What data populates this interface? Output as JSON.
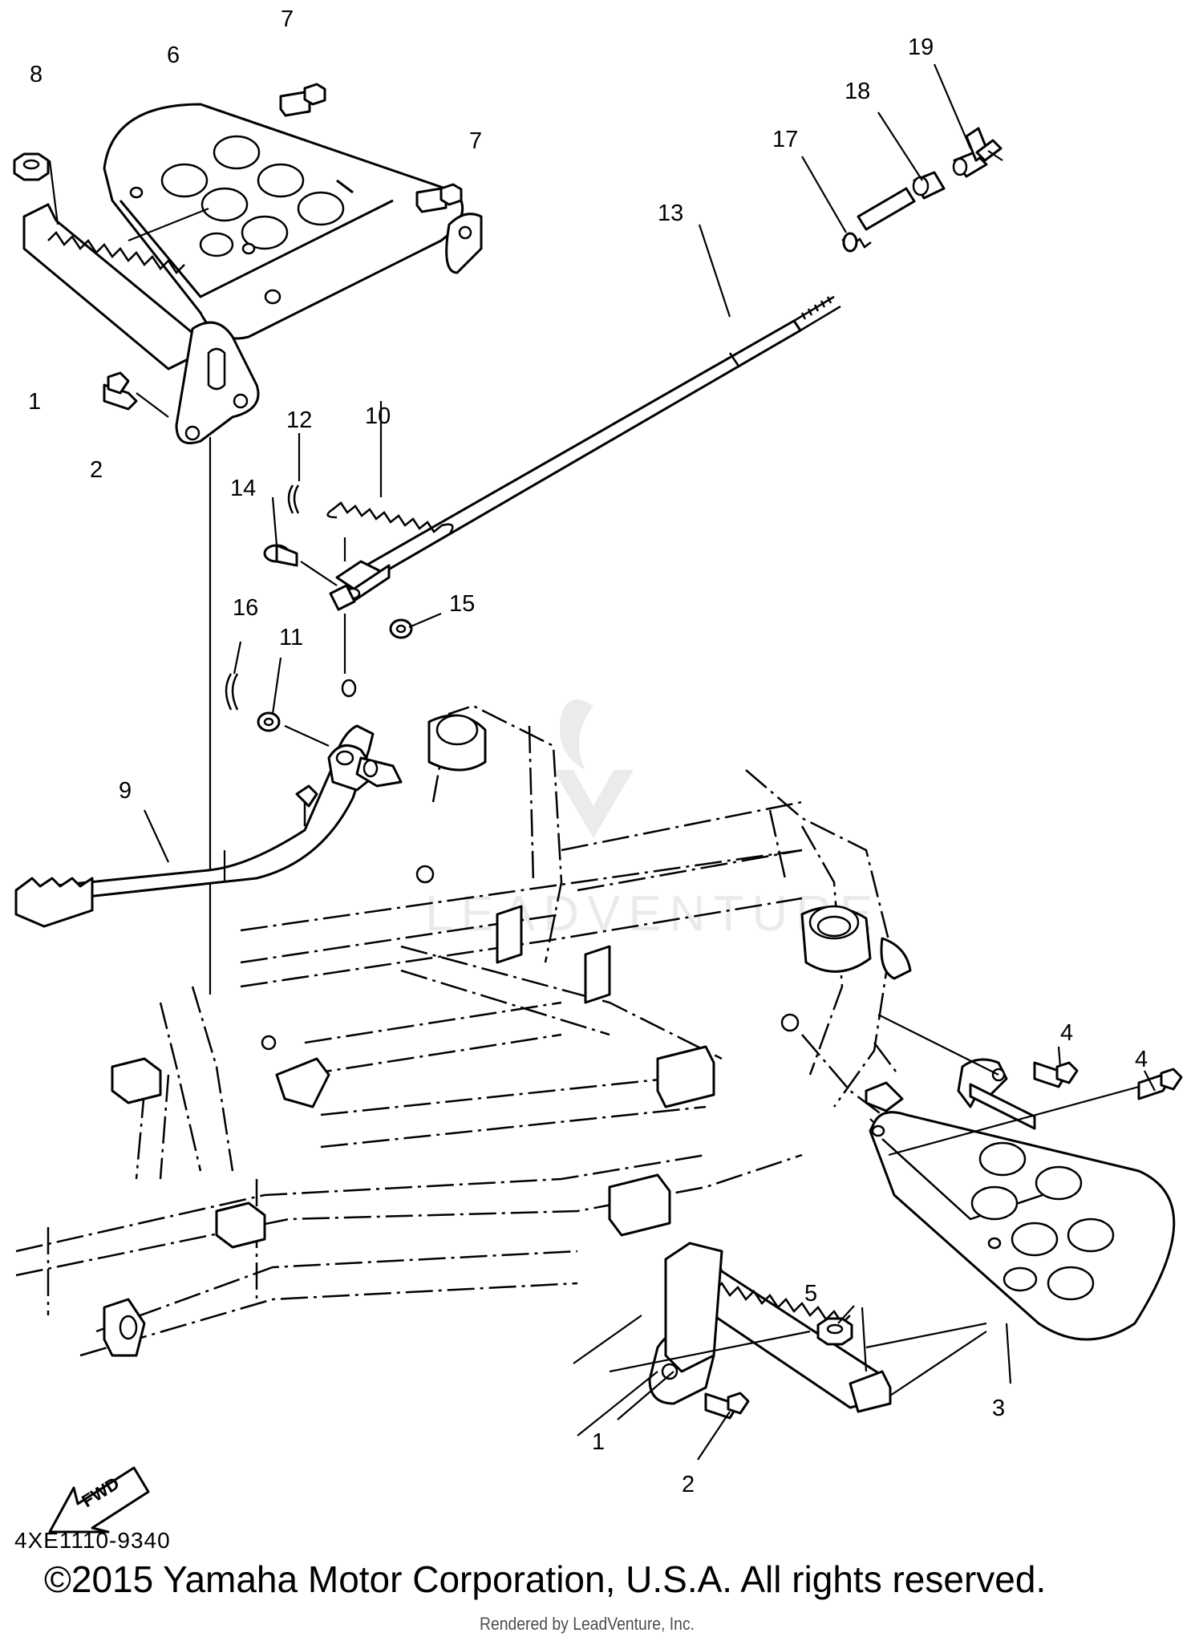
{
  "diagram_code": "4XE1110-9340",
  "copyright": "©2015 Yamaha Motor Corporation, U.S.A. All rights reserved.",
  "rendered_by": "Rendered by LeadVenture, Inc.",
  "fwd_label": "FWD",
  "watermark_text": "LEADVENTURE",
  "callouts": {
    "c1a": "1",
    "c2a": "2",
    "c6": "6",
    "c7a": "7",
    "c7b": "7",
    "c8": "8",
    "c10": "10",
    "c11": "11",
    "c12": "12",
    "c13": "13",
    "c14": "14",
    "c15": "15",
    "c16": "16",
    "c17": "17",
    "c18": "18",
    "c19": "19",
    "c9": "9",
    "c4a": "4",
    "c4b": "4",
    "c5": "5",
    "c1b": "1",
    "c2b": "2",
    "c3": "3"
  }
}
